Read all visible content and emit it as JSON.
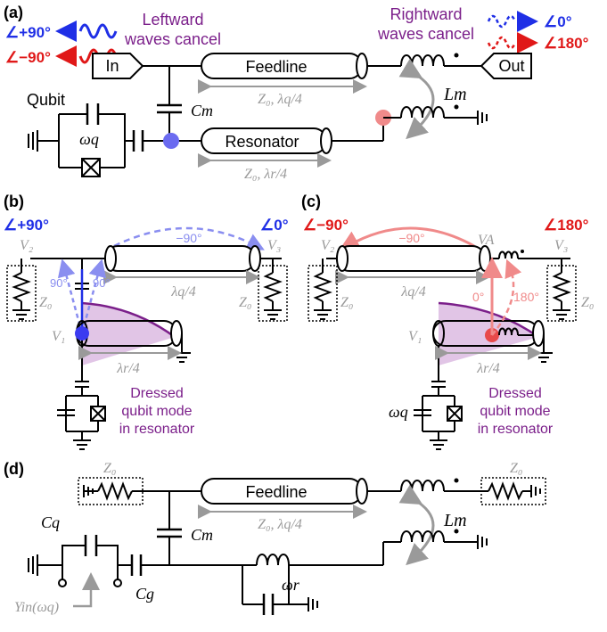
{
  "panels": {
    "a": "(a)",
    "b": "(b)",
    "c": "(c)",
    "d": "(d)"
  },
  "colors": {
    "blue": "#1f2fe6",
    "red": "#e01818",
    "purple": "#7b1f8a",
    "gray": "#9a9a9a",
    "light_blue": "#8a8ef0",
    "light_red": "#f08a8a",
    "shade": "#d9b6e0"
  },
  "panel_a": {
    "phase_top_left": "∠+90°",
    "phase_bottom_left": "∠−90°",
    "leftward_line1": "Leftward",
    "leftward_line2": "waves cancel",
    "rightward_line1": "Rightward",
    "rightward_line2": "waves cancel",
    "phase_top_right": "∠0°",
    "phase_bottom_right": "∠180°",
    "in_port": "In",
    "out_port": "Out",
    "feedline": "Feedline",
    "feedline_params": "Z₀, λq/4",
    "resonator": "Resonator",
    "resonator_params": "Z₀, λr/4",
    "qubit": "Qubit",
    "omega_q": "ωq",
    "cm": "Cm",
    "lm": "Lm"
  },
  "panel_b": {
    "phase_left": "∠+90°",
    "phase_right": "∠0°",
    "v2": "V₂",
    "v3": "V₃",
    "v1": "V₁",
    "arc_phase": "−90°",
    "left_angle": "90°",
    "right_angle": "90°",
    "z0_left": "Z₀",
    "z0_right": "Z₀",
    "lambda_q": "λq/4",
    "lambda_r": "λr/4",
    "dressed_1": "Dressed",
    "dressed_2": "qubit mode",
    "dressed_3": "in resonator"
  },
  "panel_c": {
    "phase_left": "∠−90°",
    "phase_right": "∠180°",
    "v2": "V₂",
    "va": "VA",
    "v3": "V₃",
    "v1": "V₁",
    "arc_phase": "−90°",
    "zero": "0°",
    "one_eighty": "180°",
    "z0_left": "Z₀",
    "z0_right": "Z₀",
    "lambda_q": "λq/4",
    "lambda_r": "λr/4",
    "omega_q": "ωq",
    "dressed_1": "Dressed",
    "dressed_2": "qubit mode",
    "dressed_3": "in resonator"
  },
  "panel_d": {
    "z0_left": "Z₀",
    "z0_right": "Z₀",
    "feedline": "Feedline",
    "feedline_params": "Z₀, λq/4",
    "cq": "Cq",
    "cm": "Cm",
    "cg": "Cg",
    "lm": "Lm",
    "omega_r": "ωr",
    "yin": "Yin(ωq)"
  }
}
